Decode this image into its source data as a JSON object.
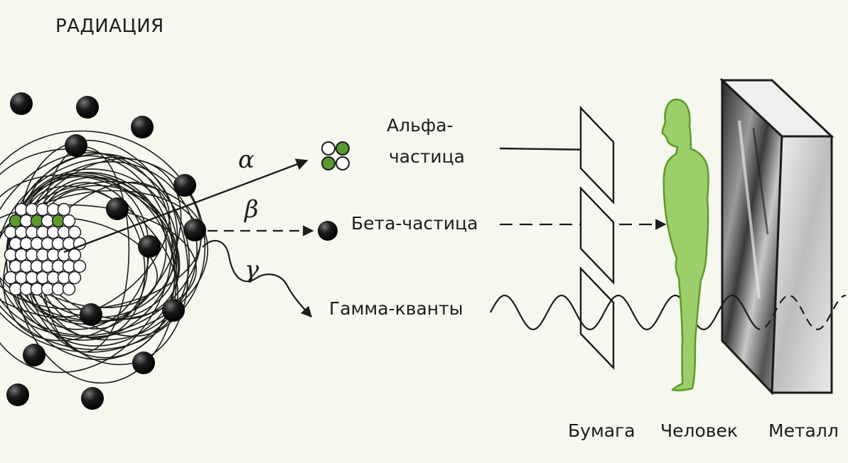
{
  "title": "РАДИАЦИЯ",
  "symbols": {
    "alpha": "α",
    "beta": "β",
    "gamma": "γ"
  },
  "rays": {
    "alpha_label_line1": "Альфа-",
    "alpha_label_line2": "частица",
    "beta_label": "Бета-частица",
    "gamma_label": "Гамма-кванты"
  },
  "barriers": {
    "paper": "Бумага",
    "human": "Человек",
    "metal": "Металл"
  },
  "colors": {
    "background": "#f6f7ee",
    "ink": "#1c1c1c",
    "green": "#5b9a2e",
    "human_fill": "#9ccf6a",
    "human_stroke": "#5d9a2a"
  }
}
